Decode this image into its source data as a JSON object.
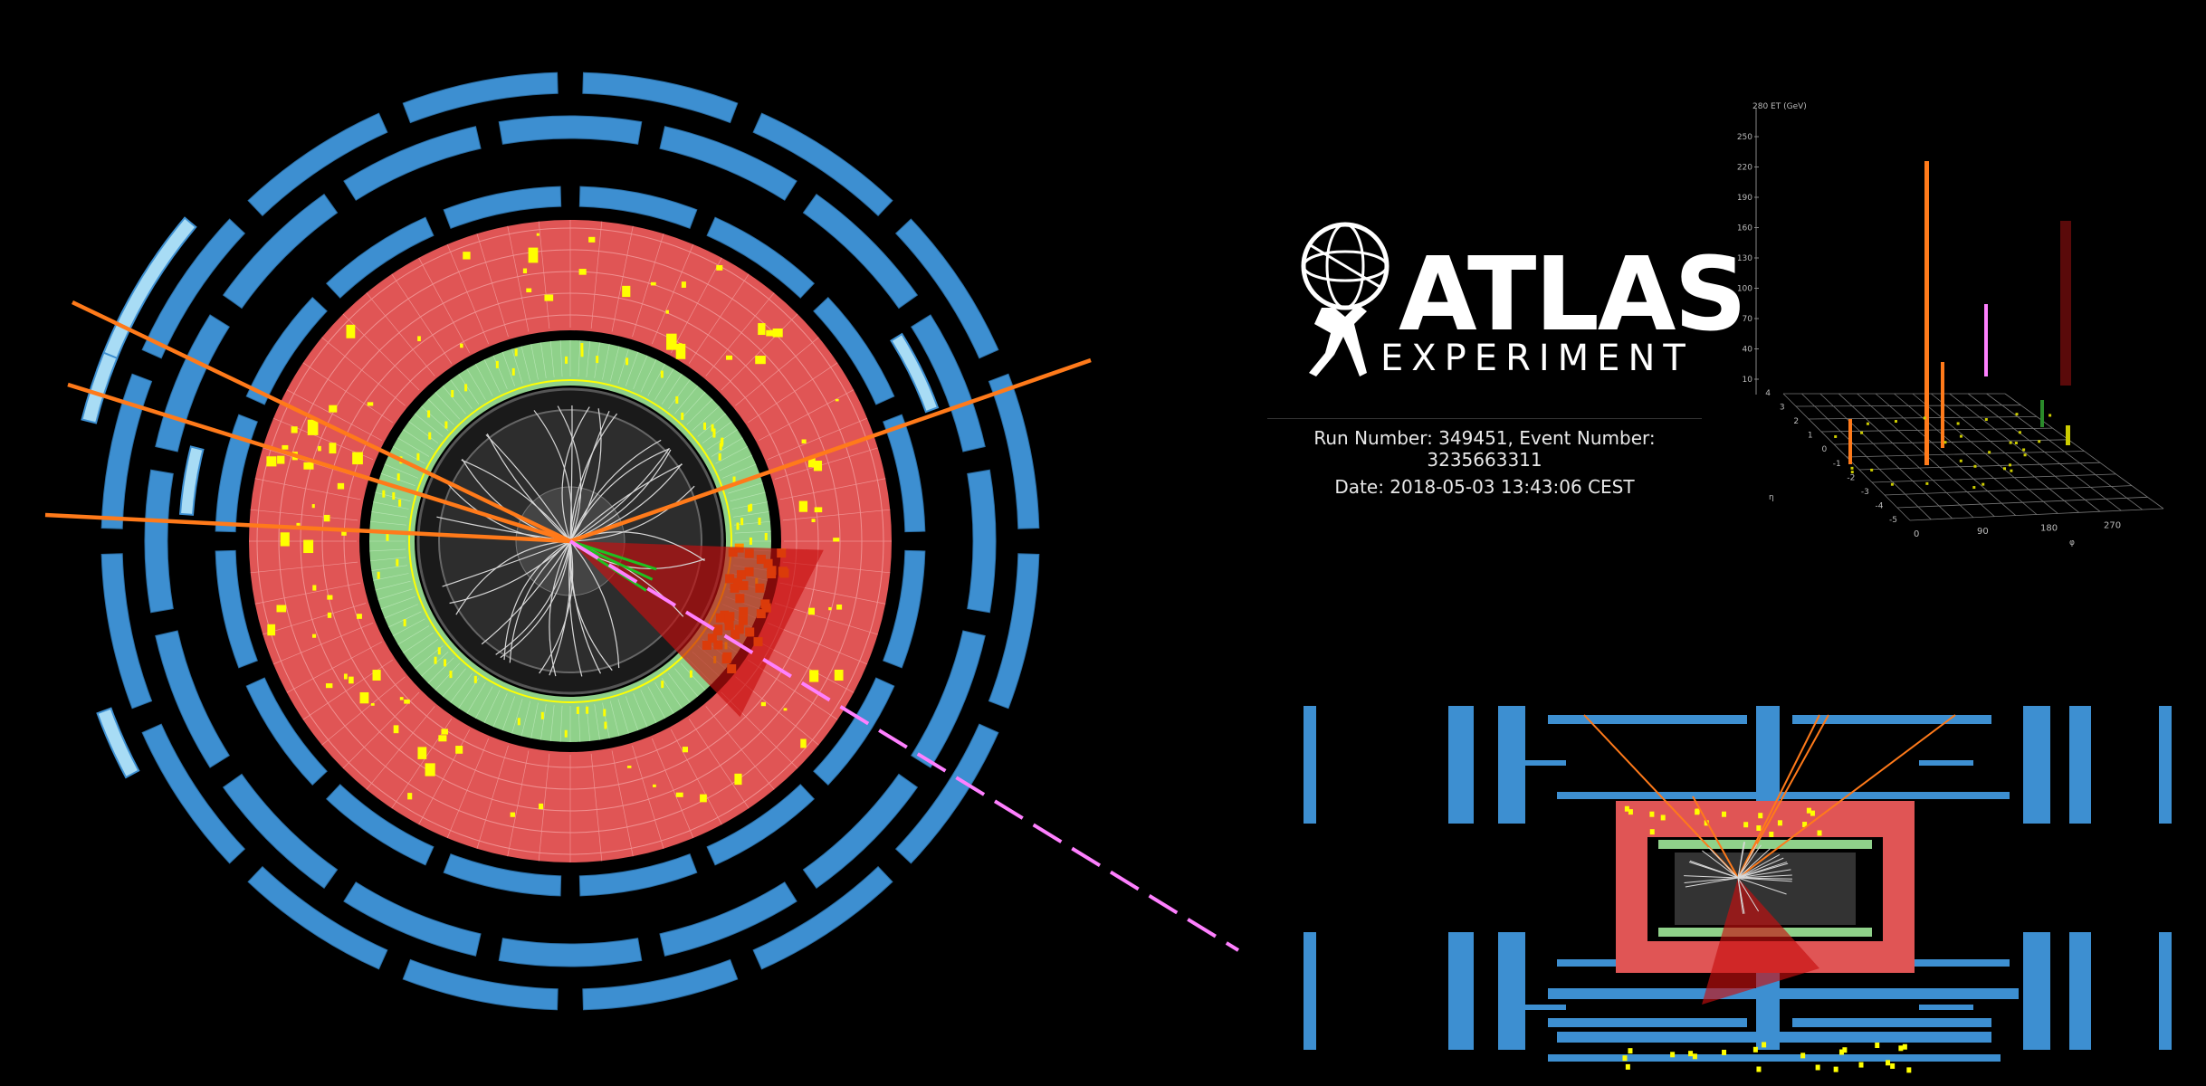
{
  "logo": {
    "title": "ATLAS",
    "subtitle": "EXPERIMENT"
  },
  "event": {
    "run_line": "Run Number: 349451, Event Number: 3235663311",
    "date_line": "Date: 2018-05-03 13:43:06 CEST"
  },
  "lego": {
    "et_label": "280 ET (GeV)",
    "et_ticks": [
      "250",
      "220",
      "190",
      "160",
      "130",
      "100",
      "70",
      "40",
      "10"
    ],
    "eta_ticks": [
      "4",
      "3",
      "2",
      "1",
      "0",
      "-1",
      "-2",
      "-3",
      "-4",
      "-5"
    ],
    "eta_label": "η",
    "phi_ticks": [
      "0",
      "90",
      "180",
      "270"
    ],
    "phi_label": "φ"
  },
  "colors": {
    "background": "#000000",
    "muon_chamber": "#3d8fd1",
    "muon_chamber_light": "#a8dcf5",
    "hadronic_calorimeter": "#e05555",
    "em_calorimeter": "#8fd18a",
    "energy_deposit": "#ffff00",
    "muon_track": "#ff7a1a",
    "missing_et": "#ff80ff",
    "jet_cone": "#c81010",
    "tracks": "#d8d8d8"
  }
}
